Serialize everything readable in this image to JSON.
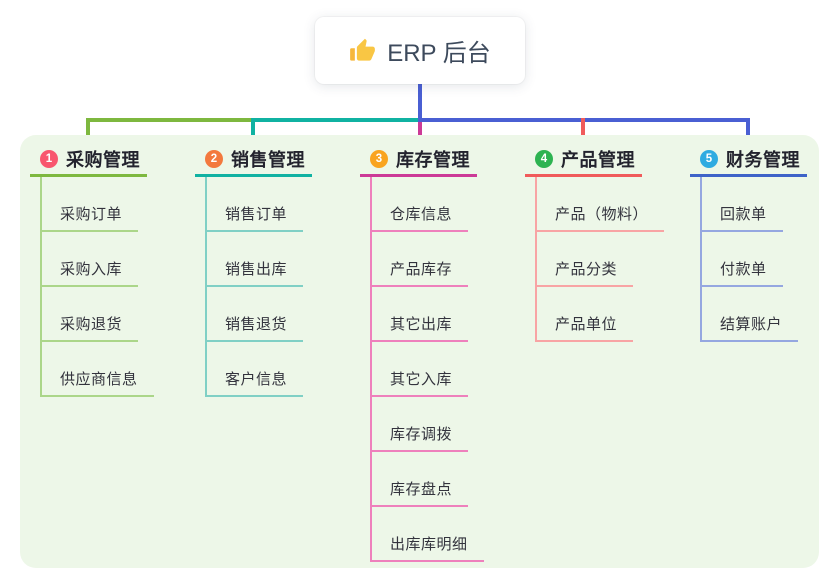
{
  "root": {
    "label": "ERP 后台",
    "icon": "thumbs-up-icon"
  },
  "colors": {
    "canvas_bg": "#ffffff",
    "panel_bg": "#edf7e8",
    "root_connector": "#4a5fd3",
    "thumb_icon": "#f6b73c"
  },
  "branches": [
    {
      "num": "1",
      "title": "采购管理",
      "badge_color": "#f8566e",
      "line_color": "#7eb83f",
      "light_color": "#abd689",
      "items": [
        "采购订单",
        "采购入库",
        "采购退货",
        "供应商信息"
      ]
    },
    {
      "num": "2",
      "title": "销售管理",
      "badge_color": "#f3793e",
      "line_color": "#10b2a2",
      "light_color": "#80d0c5",
      "items": [
        "销售订单",
        "销售出库",
        "销售退货",
        "客户信息"
      ]
    },
    {
      "num": "3",
      "title": "库存管理",
      "badge_color": "#f9a41f",
      "line_color": "#cc3a97",
      "light_color": "#ee80bc",
      "items": [
        "仓库信息",
        "产品库存",
        "其它出库",
        "其它入库",
        "库存调拨",
        "库存盘点",
        "出库库明细"
      ]
    },
    {
      "num": "4",
      "title": "产品管理",
      "badge_color": "#2db351",
      "line_color": "#f05b5b",
      "light_color": "#f8a4a4",
      "items": [
        "产品（物料）",
        "产品分类",
        "产品单位"
      ]
    },
    {
      "num": "5",
      "title": "财务管理",
      "badge_color": "#2fabe1",
      "line_color": "#3e63c8",
      "light_color": "#95a7e0",
      "items": [
        "回款单",
        "付款单",
        "结算账户"
      ]
    }
  ]
}
